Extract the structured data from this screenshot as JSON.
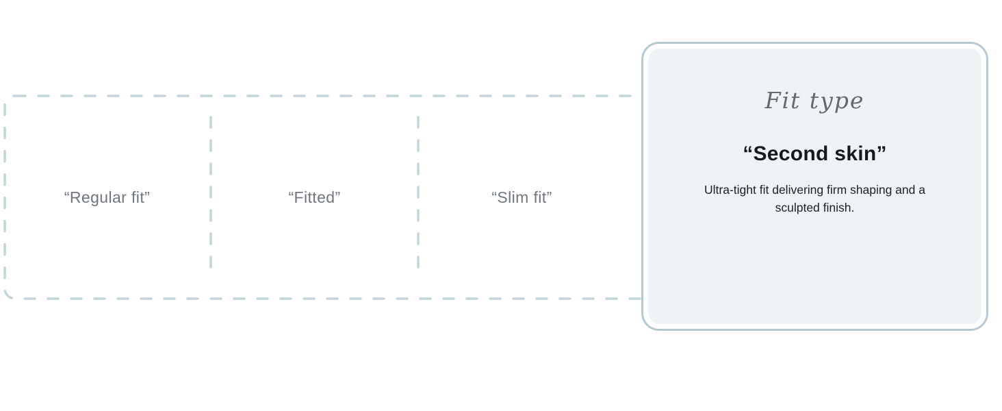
{
  "page": {
    "background_color": "#ffffff"
  },
  "options_row": {
    "dash_color": "#c3d5da",
    "label_color": "#6f767d",
    "items": [
      {
        "label": "“Regular fit”"
      },
      {
        "label": "“Fitted”"
      },
      {
        "label": "“Slim fit”"
      }
    ]
  },
  "answer_card": {
    "border_color": "#b6c9d1",
    "panel_color": "#eef3f6",
    "category_label": "Fit type",
    "category_color": "#63696e",
    "term": "“Second skin”",
    "term_color": "#17191d",
    "description": "Ultra-tight fit delivering firm shaping and a sculpted finish.",
    "description_color": "#1c1f23"
  }
}
